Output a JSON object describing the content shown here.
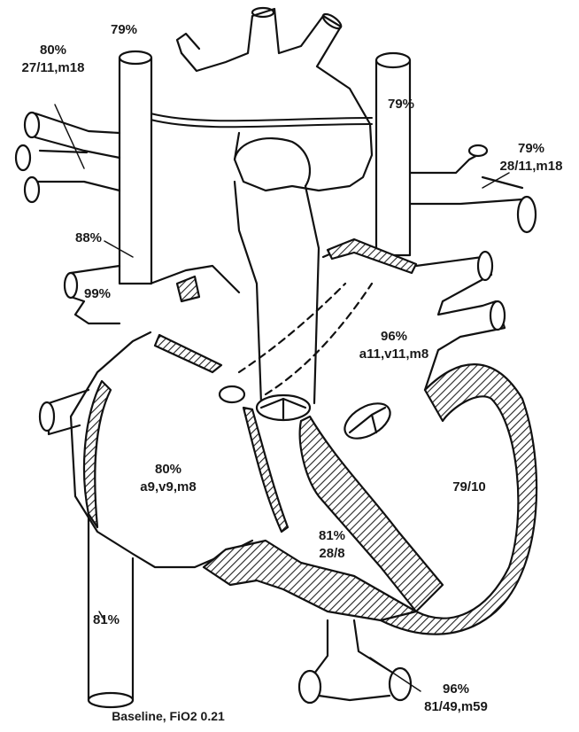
{
  "labels": {
    "svc": "79%",
    "innominate_sat": "80%",
    "innominate_press": "27/11,m18",
    "sup_vc_mid": "88%",
    "azygos": "99%",
    "desc_aorta": "79%",
    "lpa_sat": "79%",
    "lpa_press": "28/11,m18",
    "la_sat": "96%",
    "la_press": "a11,v11,m8",
    "ra_sat": "80%",
    "ra_press": "a9,v9,m8",
    "lv_press": "79/10",
    "rv_sat": "81%",
    "rv_press": "28/8",
    "ivc": "81%",
    "ao_sat": "96%",
    "ao_press": "81/49,m59"
  },
  "caption": "Baseline, FiO2 0.21"
}
